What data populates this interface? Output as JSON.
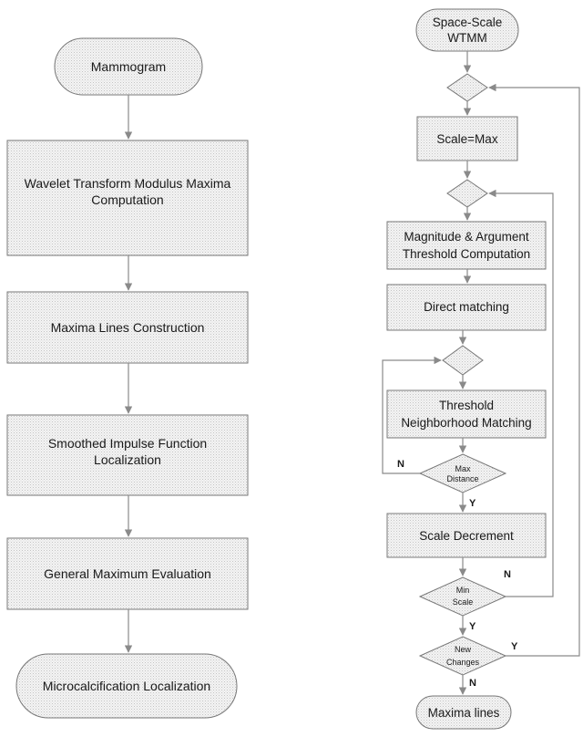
{
  "left_flow": {
    "mammogram": "Mammogram",
    "wtmm_line1": "Wavelet Transform Modulus Maxima",
    "wtmm_line2": "Computation",
    "maxima_lines_construction": "Maxima Lines Construction",
    "smoothed_line1": "Smoothed Impulse Function",
    "smoothed_line2": "Localization",
    "general_maximum": "General Maximum Evaluation",
    "microcalcification": "Microcalcification Localization"
  },
  "right_flow": {
    "start_line1": "Space-Scale",
    "start_line2": "WTMM",
    "scale_max": "Scale=Max",
    "magnitude_line1": "Magnitude & Argument",
    "magnitude_line2": "Threshold Computation",
    "direct_matching": "Direct matching",
    "threshold_line1": "Threshold",
    "threshold_line2": "Neighborhood Matching",
    "max_distance_line1": "Max",
    "max_distance_line2": "Distance",
    "scale_decrement": "Scale Decrement",
    "min_scale_line1": "Min",
    "min_scale_line2": "Scale",
    "new_changes_line1": "New",
    "new_changes_line2": "Changes",
    "end": "Maxima lines"
  },
  "branch_labels": {
    "max_distance_no": "N",
    "max_distance_yes": "Y",
    "min_scale_no": "N",
    "min_scale_yes": "Y",
    "new_changes_yes": "Y",
    "new_changes_no": "N"
  }
}
